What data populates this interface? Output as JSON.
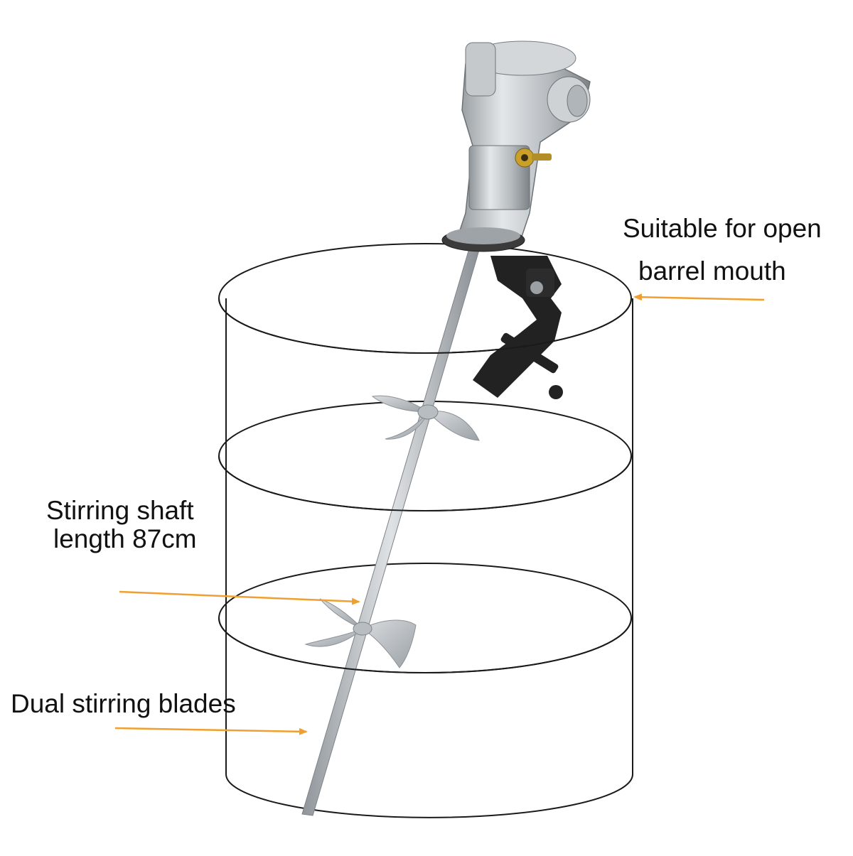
{
  "callouts": {
    "open_barrel_line1": "Suitable for open",
    "open_barrel_line2": "barrel mouth",
    "shaft_line1": "Stirring shaft",
    "shaft_line2": "length 87cm",
    "blades": "Dual stirring blades"
  },
  "colors": {
    "arrow": "#f0a030",
    "barrel_outline": "#1a1a1a",
    "metal": "#c4c8cc",
    "clamp": "#222222"
  },
  "icons": {
    "mixer_motor": "pneumatic-motor-icon",
    "clamp": "barrel-clamp-icon",
    "propeller": "propeller-blade-icon"
  }
}
